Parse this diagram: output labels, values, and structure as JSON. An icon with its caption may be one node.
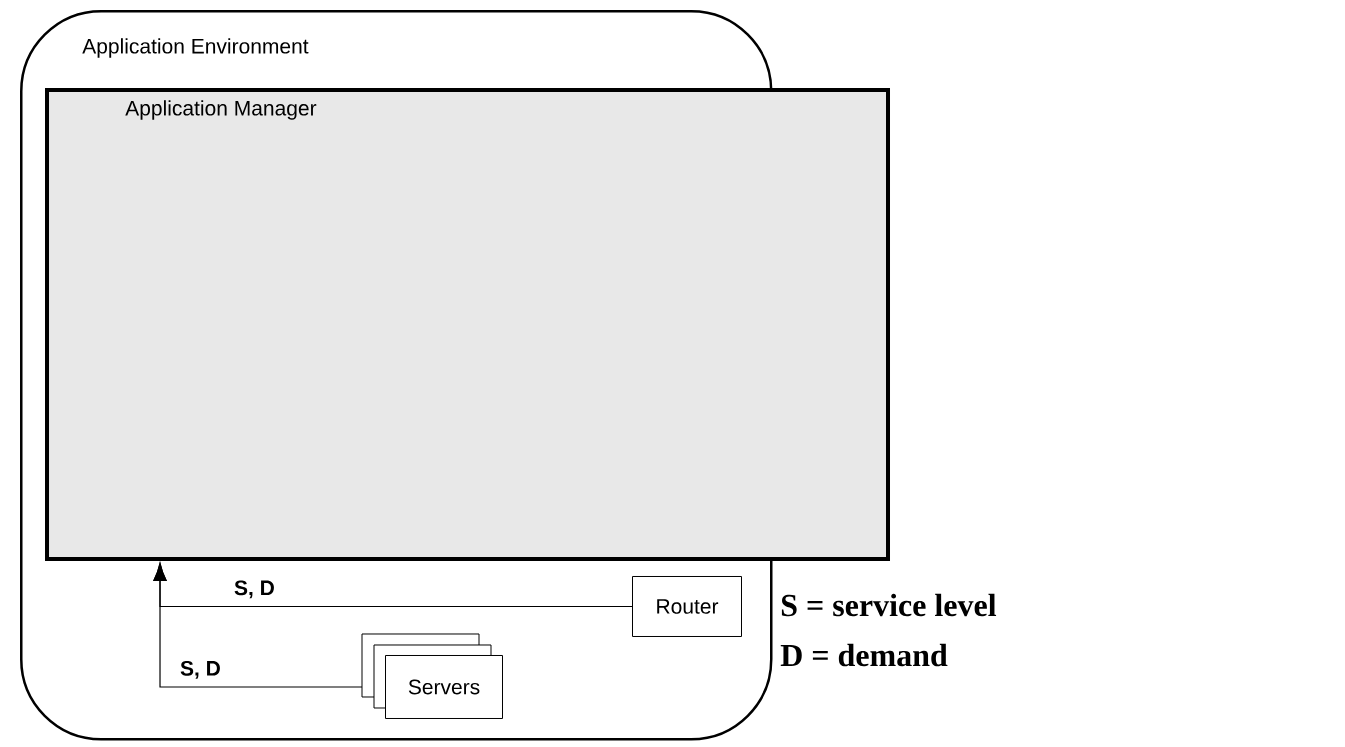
{
  "diagram": {
    "nodes": [
      {
        "text": [
          "Application Environment"
        ]
      },
      {
        "text": [
          "Application Manager"
        ]
      },
      {
        "text": [
          "Router"
        ],
        "in": 0
      },
      {
        "text": [
          "Servers"
        ],
        "in": 0
      }
    ],
    "edges": [
      {
        "from": 2,
        "to": 1,
        "arrow": "to",
        "label": "S, D"
      },
      {
        "from": 3,
        "to": 1,
        "arrow": "to",
        "label": "S, D"
      }
    ],
    "labels": [
      "S = service level",
      "D = demand"
    ]
  }
}
